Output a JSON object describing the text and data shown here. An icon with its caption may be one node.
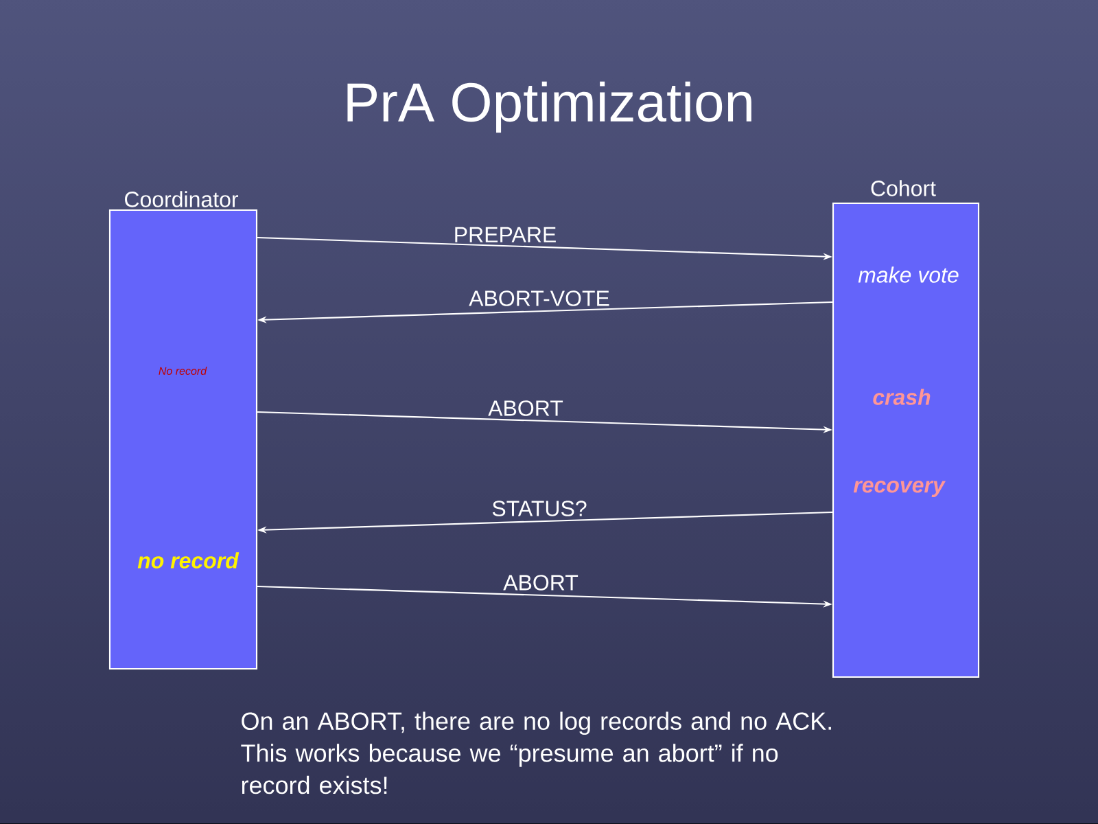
{
  "diagram": {
    "title": "PrA Optimization",
    "nodes": [
      {
        "text": [
          "Coordinator",
          "No record",
          "no record"
        ]
      },
      {
        "text": [
          "Cohort",
          "make vote",
          "crash",
          "recovery"
        ]
      }
    ],
    "edges": [
      {
        "from": 0,
        "to": 1,
        "arrow": "to",
        "label": "PREPARE"
      },
      {
        "from": 1,
        "to": 0,
        "arrow": "to",
        "label": "ABORT-VOTE"
      },
      {
        "from": 0,
        "to": 1,
        "arrow": "to",
        "label": "ABORT"
      },
      {
        "from": 1,
        "to": 0,
        "arrow": "to",
        "label": "STATUS?"
      },
      {
        "from": 0,
        "to": 1,
        "arrow": "to",
        "label": "ABORT"
      }
    ],
    "labels": [
      "On an ABORT, there are no log records and no ACK.  This works because we “presume an abort” if no record exists!"
    ]
  }
}
